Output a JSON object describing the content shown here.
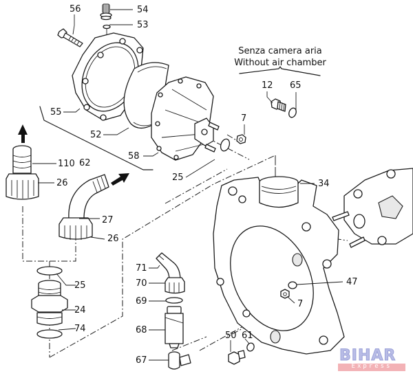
{
  "diagram": {
    "type": "exploded-parts-view",
    "note": {
      "line1": "Senza camera aria",
      "line2": "Without air chamber"
    },
    "callouts": [
      {
        "id": "c56",
        "label": "56",
        "part": "bolt"
      },
      {
        "id": "c54",
        "label": "54",
        "part": "air valve"
      },
      {
        "id": "c53",
        "label": "53",
        "part": "valve washer"
      },
      {
        "id": "c55",
        "label": "55",
        "part": "air chamber cover"
      },
      {
        "id": "c52",
        "label": "52",
        "part": "membrane"
      },
      {
        "id": "c58",
        "label": "58",
        "part": "air chamber housing"
      },
      {
        "id": "c62",
        "label": "62",
        "part": "air chamber assembly"
      },
      {
        "id": "c25a",
        "label": "25",
        "part": "o-ring"
      },
      {
        "id": "c7a",
        "label": "7",
        "part": "nut"
      },
      {
        "id": "c12",
        "label": "12",
        "part": "plug"
      },
      {
        "id": "c65",
        "label": "65",
        "part": "o-ring"
      },
      {
        "id": "c110",
        "label": "110",
        "part": "hose fitting straight"
      },
      {
        "id": "c26a",
        "label": "26",
        "part": "ring nut"
      },
      {
        "id": "c27",
        "label": "27",
        "part": "hose fitting elbow"
      },
      {
        "id": "c26b",
        "label": "26",
        "part": "ring nut"
      },
      {
        "id": "c34",
        "label": "34",
        "part": "pump head"
      },
      {
        "id": "c25b",
        "label": "25",
        "part": "o-ring"
      },
      {
        "id": "c24",
        "label": "24",
        "part": "threaded union"
      },
      {
        "id": "c74",
        "label": "74",
        "part": "o-ring"
      },
      {
        "id": "c71",
        "label": "71",
        "part": "elbow fitting"
      },
      {
        "id": "c70",
        "label": "70",
        "part": "ring nut"
      },
      {
        "id": "c69",
        "label": "69",
        "part": "o-ring"
      },
      {
        "id": "c68",
        "label": "68",
        "part": "valve body"
      },
      {
        "id": "c67",
        "label": "67",
        "part": "elbow connector"
      },
      {
        "id": "c47",
        "label": "47",
        "part": "washer"
      },
      {
        "id": "c7b",
        "label": "7",
        "part": "nut"
      },
      {
        "id": "c50",
        "label": "50",
        "part": "drain plug"
      },
      {
        "id": "c61",
        "label": "61",
        "part": "o-ring"
      }
    ]
  },
  "watermark": {
    "title": "BIHAR",
    "subtitle": "Express",
    "colors": {
      "title": "#b9bde6",
      "band": "#f3b2b6"
    }
  }
}
